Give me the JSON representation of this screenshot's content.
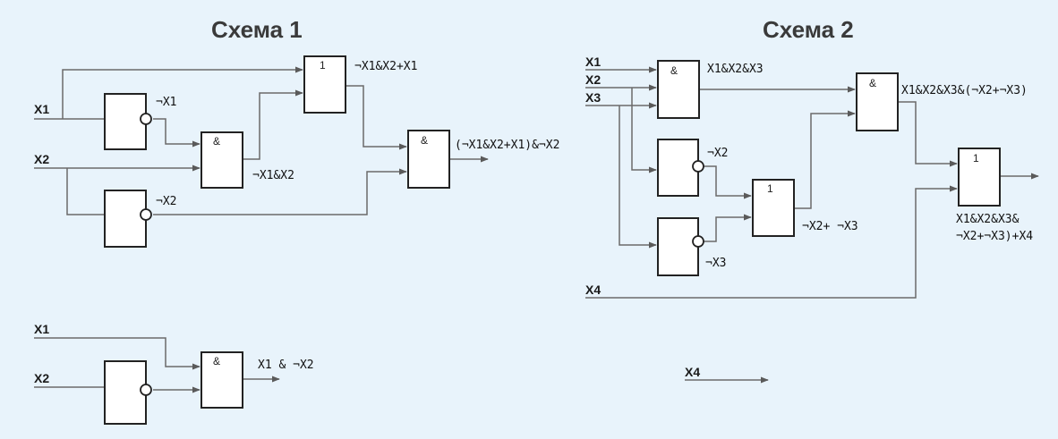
{
  "titles": {
    "scheme1": "Схема 1",
    "scheme2": "Схема 2"
  },
  "inputs": {
    "s1_x1": "X1",
    "s1_x2": "X2",
    "s3_x1": "X1",
    "s3_x2": "X2",
    "s2_x1": "X1",
    "s2_x2": "X2",
    "s2_x3": "X3",
    "s2_x4": "X4",
    "s4_x4": "X4"
  },
  "gates": {
    "and": "&",
    "or": "1"
  },
  "expressions": {
    "s1_not_x1": "¬X1",
    "s1_not_x2": "¬X2",
    "s1_and": "¬X1&X2",
    "s1_or": "¬X1&X2+X1",
    "s1_out": "(¬X1&X2+X1)&¬X2",
    "s3_out": "X1 & ¬X2",
    "s2_and1": "X1&X2&X3",
    "s2_not_x2": "¬X2",
    "s2_not_x3": "¬X3",
    "s2_or1": "¬X2+ ¬X3",
    "s2_and2": "X1&X2&X3&(¬X2+¬X3)",
    "s2_out_line1": "X1&X2&X3&",
    "s2_out_line2": "¬X2+¬X3)+X4"
  }
}
